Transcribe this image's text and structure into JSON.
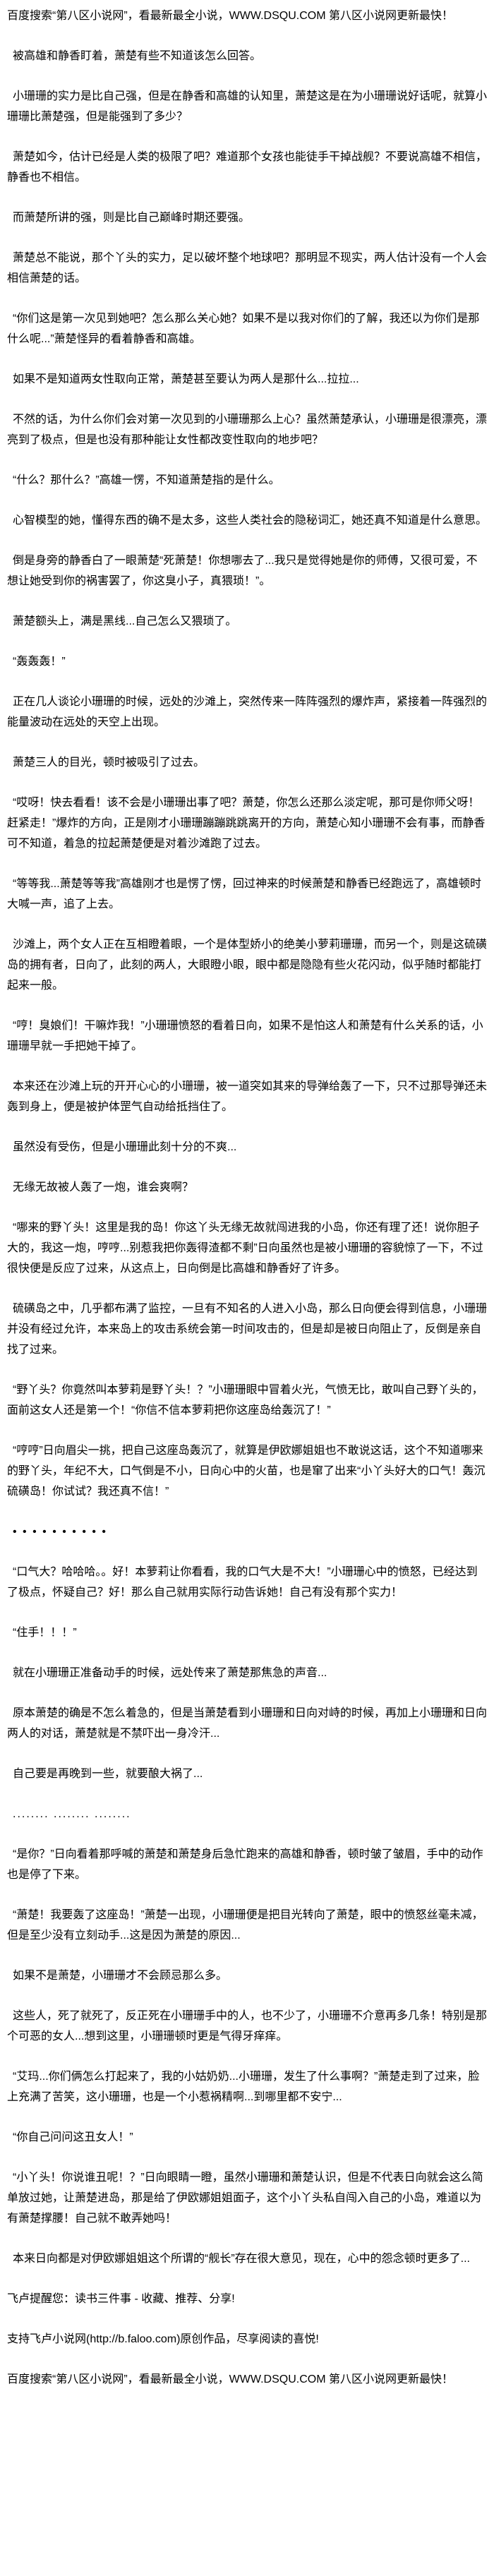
{
  "banners": {
    "top": "百度搜索“第八区小说网”，看最新最全小说，WWW.DSQU.COM 第八区小说网更新最快！",
    "bottom": "百度搜索“第八区小说网”，看最新最全小说，WWW.DSQU.COM 第八区小说网更新最快！"
  },
  "chapter": {
    "paragraphs": [
      "被高雄和静香盯着，萧楚有些不知道该怎么回答。",
      "小珊珊的实力是比自己强，但是在静香和高雄的认知里，萧楚这是在为小珊珊说好话呢，就算小珊珊比萧楚强，但是能强到了多少？",
      "萧楚如今，估计已经是人类的极限了吧？难道那个女孩也能徒手干掉战舰？不要说高雄不相信，静香也不相信。",
      "而萧楚所讲的强，则是比自己巅峰时期还要强。",
      "萧楚总不能说，那个丫头的实力，足以破坏整个地球吧？那明显不现实，两人估计没有一个人会相信萧楚的话。",
      "“你们这是第一次见到她吧？怎么那么关心她？如果不是以我对你们的了解，我还以为你们是那什么呢...”萧楚怪异的看着静香和高雄。",
      "如果不是知道两女性取向正常，萧楚甚至要认为两人是那什么...拉拉...",
      "不然的话，为什么你们会对第一次见到的小珊珊那么上心？虽然萧楚承认，小珊珊是很漂亮，漂亮到了极点，但是也没有那种能让女性都改变性取向的地步吧？",
      "“什么？那什么？”高雄一愣，不知道萧楚指的是什么。",
      "心智模型的她，懂得东西的确不是太多，这些人类社会的隐秘词汇，她还真不知道是什么意思。",
      "倒是身旁的静香白了一眼萧楚“死萧楚！你想哪去了...我只是觉得她是你的师傅，又很可爱，不想让她受到你的祸害罢了，你这臭小子，真猥琐！”。",
      "萧楚额头上，满是黑线...自己怎么又猥琐了。",
      "“轰轰轰！”",
      "正在几人谈论小珊珊的时候，远处的沙滩上，突然传来一阵阵强烈的爆炸声，紧接着一阵强烈的能量波动在远处的天空上出现。",
      "萧楚三人的目光，顿时被吸引了过去。",
      "“哎呀！快去看看！该不会是小珊珊出事了吧？萧楚，你怎么还那么淡定呢，那可是你师父呀！赶紧走！”爆炸的方向，正是刚才小珊珊蹦蹦跳跳离开的方向，萧楚心知小珊珊不会有事，而静香可不知道，着急的拉起萧楚便是对着沙滩跑了过去。",
      "“等等我...萧楚等等我”高雄刚才也是愣了愣，回过神来的时候萧楚和静香已经跑远了，高雄顿时大喊一声，追了上去。",
      "沙滩上，两个女人正在互相瞪着眼，一个是体型娇小的绝美小萝莉珊珊，而另一个，则是这硫磺岛的拥有者，日向了，此刻的两人，大眼瞪小眼，眼中都是隐隐有些火花闪动，似乎随时都能打起来一般。",
      "“哼！臭娘们！干嘛炸我！”小珊珊愤怒的看着日向，如果不是怕这人和萧楚有什么关系的话，小珊珊早就一手把她干掉了。",
      "本来还在沙滩上玩的开开心心的小珊珊，被一道突如其来的导弹给轰了一下，只不过那导弹还未轰到身上，便是被护体罡气自动给抵挡住了。",
      "虽然没有受伤，但是小珊珊此刻十分的不爽...",
      "无缘无故被人轰了一炮，谁会爽啊？",
      "“哪来的野丫头！这里是我的岛！你这丫头无缘无故就闯进我的小岛，你还有理了还！说你胆子大的，我这一炮，哼哼...别惹我把你轰得渣都不剩”日向虽然也是被小珊珊的容貌惊了一下，不过很快便是反应了过来，从这点上，日向倒是比高雄和静香好了许多。",
      "硫磺岛之中，几乎都布满了监控，一旦有不知名的人进入小岛，那么日向便会得到信息，小珊珊并没有经过允许，本来岛上的攻击系统会第一时间攻击的，但是却是被日向阻止了，反倒是亲自找了过来。",
      "“野丫头？你竟然叫本萝莉是野丫头！？”小珊珊眼中冒着火光，气愤无比，敢叫自己野丫头的，面前这女人还是第一个！“你信不信本萝莉把你这座岛给轰沉了！”",
      "“哼哼”日向眉尖一挑，把自己这座岛轰沉了，就算是伊欧娜姐姐也不敢说这话，这个不知道哪来的野丫头，年纪不大，口气倒是不小，日向心中的火苗，也是窜了出来“小丫头好大的口气！轰沉硫磺岛！你试试？我还真不信！”",
      "• • • • •   • • • • •",
      "“口气大？哈哈哈。。好！本萝莉让你看看，我的口气大是不大！”小珊珊心中的愤怒，已经达到了极点，怀疑自己？好！那么自己就用实际行动告诉她！自己有没有那个实力！",
      "“住手！！！”",
      "就在小珊珊正准备动手的时候，远处传来了萧楚那焦急的声音...",
      "原本萧楚的确是不怎么着急的，但是当萧楚看到小珊珊和日向对峙的时候，再加上小珊珊和日向两人的对话，萧楚就是不禁吓出一身冷汗...",
      "自己要是再晚到一些，就要酿大祸了...",
      "........ ........ ........",
      "“是你？”日向看着那呼喊的萧楚和萧楚身后急忙跑来的高雄和静香，顿时皱了皱眉，手中的动作也是停了下来。",
      "“萧楚！我要轰了这座岛！”萧楚一出现，小珊珊便是把目光转向了萧楚，眼中的愤怒丝毫未减，但是至少没有立刻动手...这是因为萧楚的原因...",
      "如果不是萧楚，小珊珊才不会顾忌那么多。",
      "这些人，死了就死了，反正死在小珊珊手中的人，也不少了，小珊珊不介意再多几条！特别是那个可恶的女人...想到这里，小珊珊顿时更是气得牙痒痒。",
      "“艾玛...你们俩怎么打起来了，我的小姑奶奶...小珊珊，发生了什么事啊？”萧楚走到了过来，脸上充满了苦笑，这小珊珊，也是一个小惹祸精啊...到哪里都不安宁...",
      "“你自己问问这丑女人！”",
      "“小丫头！你说谁丑呢！？”日向眼睛一瞪，虽然小珊珊和萧楚认识，但是不代表日向就会这么简单放过她，让萧楚进岛，那是给了伊欧娜姐姐面子，这个小丫头私自闯入自己的小岛，难道以为有萧楚撑腰！自己就不敢弄她吗！",
      "本来日向都是对伊欧娜姐姐这个所谓的“舰长”存在很大意见，现在，心中的怨念顿时更多了..."
    ]
  },
  "notices": {
    "reminder": "飞卢提醒您：读书三件事 - 收藏、推荐、分享!",
    "support": "支持飞卢小说网(http://b.faloo.com)原创作品，尽享阅读的喜悦!"
  }
}
